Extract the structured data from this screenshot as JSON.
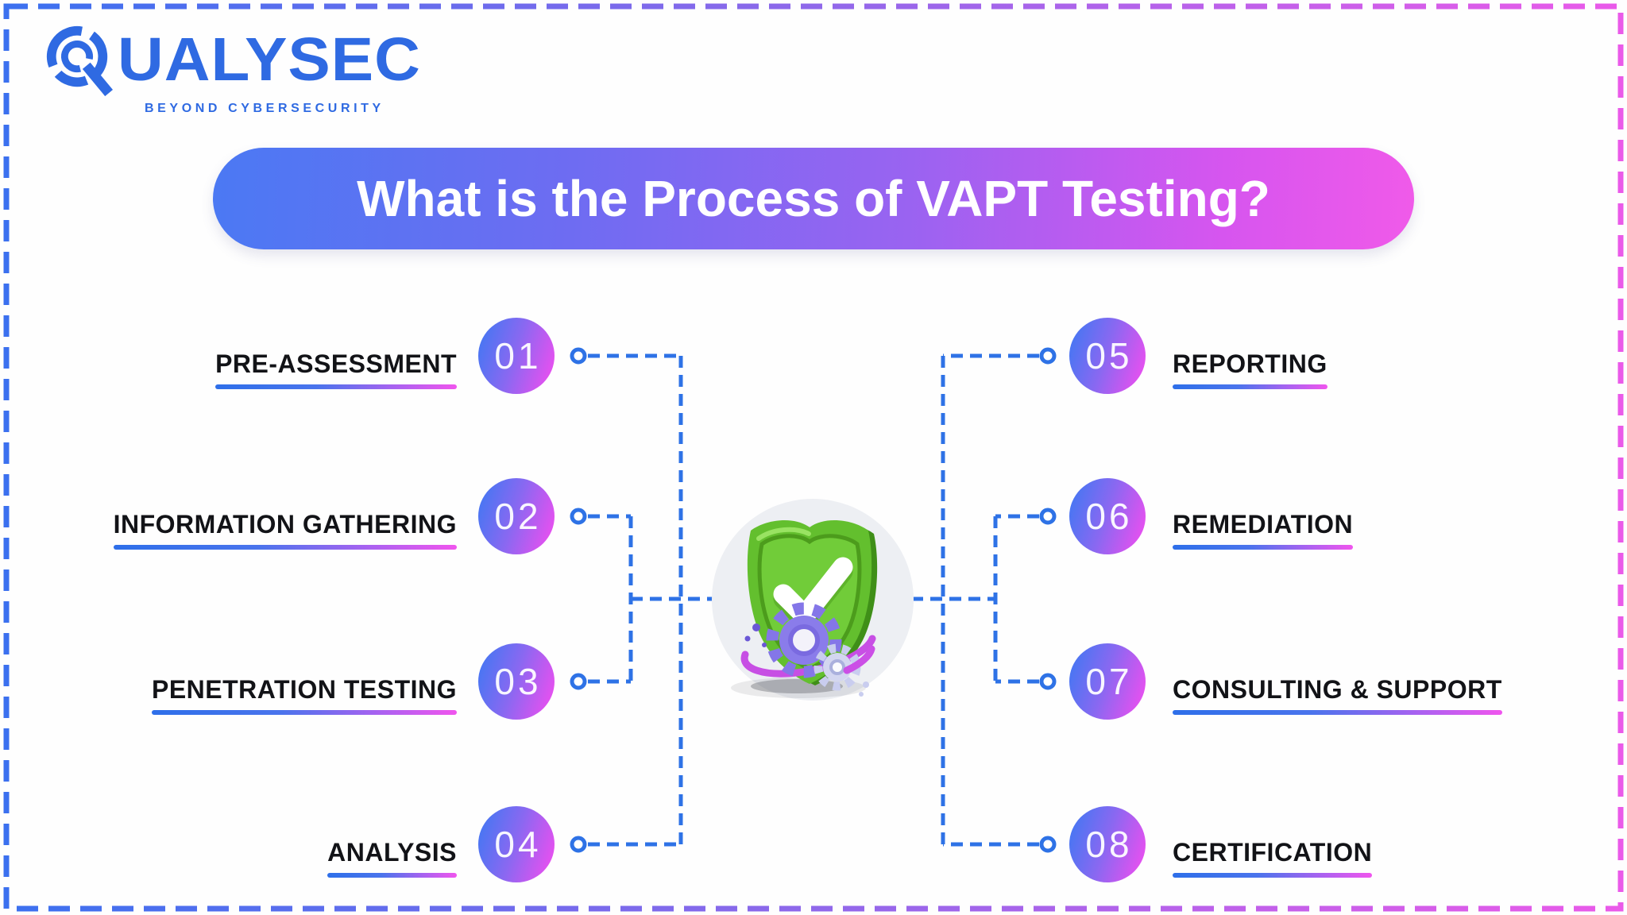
{
  "brand": {
    "name": "QUALYSEC",
    "wordmark_q": "Q",
    "wordmark_rest": "UALYSEC",
    "tagline": "BEYOND CYBERSECURITY",
    "color": "#2f6ae2"
  },
  "title": {
    "text": "What is the Process of VAPT Testing?"
  },
  "steps": {
    "left": [
      {
        "number": "01",
        "label": "PRE-ASSESSMENT"
      },
      {
        "number": "02",
        "label": "INFORMATION GATHERING"
      },
      {
        "number": "03",
        "label": "PENETRATION TESTING"
      },
      {
        "number": "04",
        "label": "ANALYSIS"
      }
    ],
    "right": [
      {
        "number": "05",
        "label": "REPORTING"
      },
      {
        "number": "06",
        "label": "REMEDIATION"
      },
      {
        "number": "07",
        "label": "CONSULTING & SUPPORT"
      },
      {
        "number": "08",
        "label": "CERTIFICATION"
      }
    ]
  },
  "center_icon": {
    "name": "shield-check-with-gears"
  },
  "colors": {
    "connector_blue": "#2e72e6",
    "accent_blue": "#4477f3",
    "accent_pink": "#ee52ef",
    "border_gradient": [
      "#3b70ef",
      "#8f68ea",
      "#ea5ae9"
    ],
    "label_text": "#121317",
    "number_text": "#ffffff",
    "banner_text": "#ffffff",
    "shield_green": "#63bf2e",
    "gear_purple": "#8a7cea"
  }
}
